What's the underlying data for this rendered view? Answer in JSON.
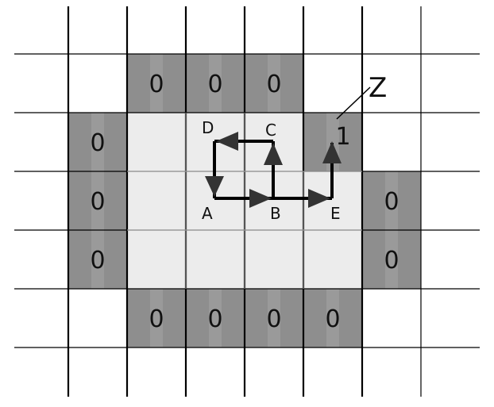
{
  "grid": {
    "rows": 6,
    "cols": 7,
    "colors": {
      "boundary": "#8e8e8e",
      "interior": "#ececec",
      "empty": "#ffffff",
      "line_dark": "#000000",
      "line_light": "#aaaaaa"
    },
    "cells": [
      {
        "row": 1,
        "col": 2,
        "kind": "boundary",
        "value": "0"
      },
      {
        "row": 1,
        "col": 3,
        "kind": "boundary",
        "value": "0"
      },
      {
        "row": 1,
        "col": 4,
        "kind": "boundary",
        "value": "0"
      },
      {
        "row": 2,
        "col": 1,
        "kind": "boundary",
        "value": "0"
      },
      {
        "row": 2,
        "col": 2,
        "kind": "interior",
        "value": ""
      },
      {
        "row": 2,
        "col": 3,
        "kind": "interior",
        "value": ""
      },
      {
        "row": 2,
        "col": 4,
        "kind": "interior",
        "value": ""
      },
      {
        "row": 2,
        "col": 5,
        "kind": "boundary",
        "value": "1"
      },
      {
        "row": 3,
        "col": 1,
        "kind": "boundary",
        "value": "0"
      },
      {
        "row": 3,
        "col": 2,
        "kind": "interior",
        "value": ""
      },
      {
        "row": 3,
        "col": 3,
        "kind": "interior",
        "value": ""
      },
      {
        "row": 3,
        "col": 4,
        "kind": "interior",
        "value": ""
      },
      {
        "row": 3,
        "col": 5,
        "kind": "interior",
        "value": ""
      },
      {
        "row": 3,
        "col": 6,
        "kind": "boundary",
        "value": "0"
      },
      {
        "row": 4,
        "col": 1,
        "kind": "boundary",
        "value": "0"
      },
      {
        "row": 4,
        "col": 2,
        "kind": "interior",
        "value": ""
      },
      {
        "row": 4,
        "col": 3,
        "kind": "interior",
        "value": ""
      },
      {
        "row": 4,
        "col": 4,
        "kind": "interior",
        "value": ""
      },
      {
        "row": 4,
        "col": 5,
        "kind": "interior",
        "value": ""
      },
      {
        "row": 4,
        "col": 6,
        "kind": "boundary",
        "value": "0"
      },
      {
        "row": 5,
        "col": 2,
        "kind": "boundary",
        "value": "0"
      },
      {
        "row": 5,
        "col": 3,
        "kind": "boundary",
        "value": "0"
      },
      {
        "row": 5,
        "col": 4,
        "kind": "boundary",
        "value": "0"
      },
      {
        "row": 5,
        "col": 5,
        "kind": "boundary",
        "value": "0"
      }
    ]
  },
  "points": {
    "A": "A",
    "B": "B",
    "C": "C",
    "D": "D",
    "E": "E"
  },
  "callout_label": "Z"
}
